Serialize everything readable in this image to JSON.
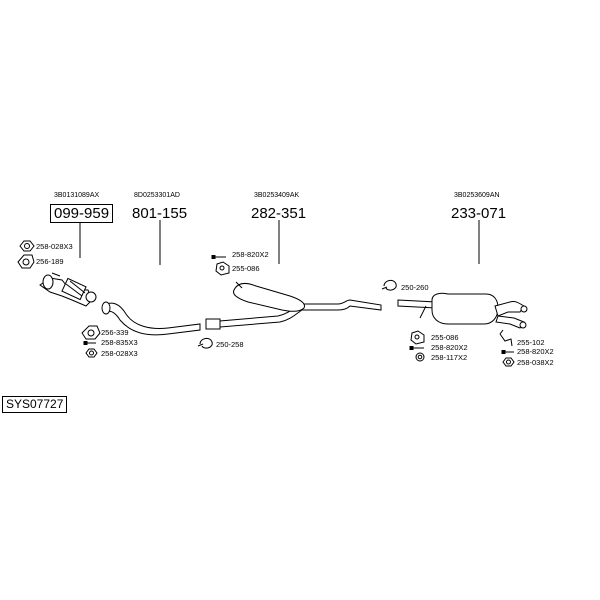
{
  "diagram": {
    "system_code": "SYS07727",
    "main_parts": [
      {
        "oe_number": "3B0131089AX",
        "part_number": "099-959",
        "boxed": true
      },
      {
        "oe_number": "8D0253301AD",
        "part_number": "801-155",
        "boxed": false
      },
      {
        "oe_number": "3B0253409AK",
        "part_number": "282-351",
        "boxed": false
      },
      {
        "oe_number": "3B0253609AN",
        "part_number": "233-071",
        "boxed": false
      }
    ],
    "accessories": [
      {
        "label": "258-028X3",
        "icon": "nut-icon"
      },
      {
        "label": "256-189",
        "icon": "gasket-icon"
      },
      {
        "label": "256-339",
        "icon": "gasket-icon"
      },
      {
        "label": "258-835X3",
        "icon": "bolt-icon"
      },
      {
        "label": "258-028X3",
        "icon": "nut-icon"
      },
      {
        "label": "250-258",
        "icon": "clamp-icon"
      },
      {
        "label": "258-820X2",
        "icon": "bolt-icon"
      },
      {
        "label": "255-086",
        "icon": "hanger-icon"
      },
      {
        "label": "250-260",
        "icon": "clamp-icon"
      },
      {
        "label": "255-086",
        "icon": "hanger-icon"
      },
      {
        "label": "258-820X2",
        "icon": "bolt-icon"
      },
      {
        "label": "258-117X2",
        "icon": "washer-icon"
      },
      {
        "label": "255-102",
        "icon": "hanger-icon"
      },
      {
        "label": "258-820X2",
        "icon": "bolt-icon"
      },
      {
        "label": "258-038X2",
        "icon": "nut-icon"
      }
    ]
  }
}
